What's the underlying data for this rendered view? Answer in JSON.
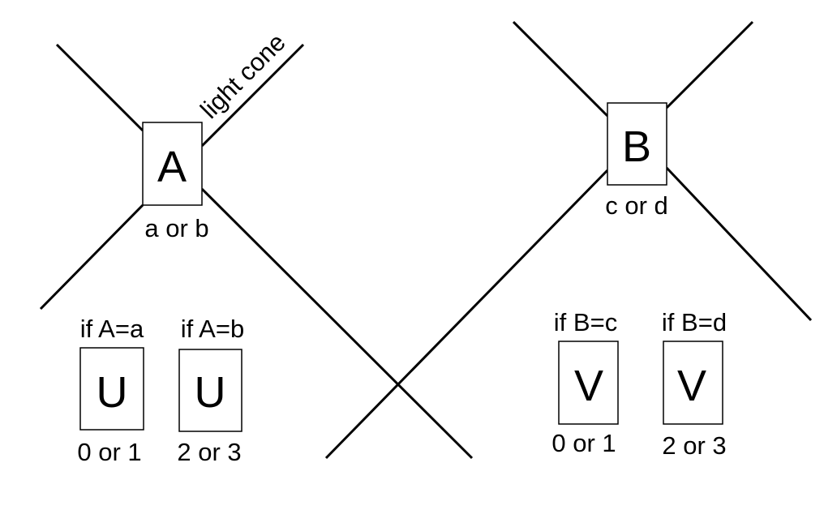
{
  "annotation": "light cone",
  "event_a": {
    "label": "A",
    "outcomes": "a or b"
  },
  "event_b": {
    "label": "B",
    "outcomes": "c or d"
  },
  "box_u1": {
    "condition": "if A=a",
    "label": "U",
    "outcomes": "0 or 1"
  },
  "box_u2": {
    "condition": "if A=b",
    "label": "U",
    "outcomes": "2 or 3"
  },
  "box_v1": {
    "condition": "if B=c",
    "label": "V",
    "outcomes": "0 or 1"
  },
  "box_v2": {
    "condition": "if B=d",
    "label": "V",
    "outcomes": "2 or 3"
  }
}
